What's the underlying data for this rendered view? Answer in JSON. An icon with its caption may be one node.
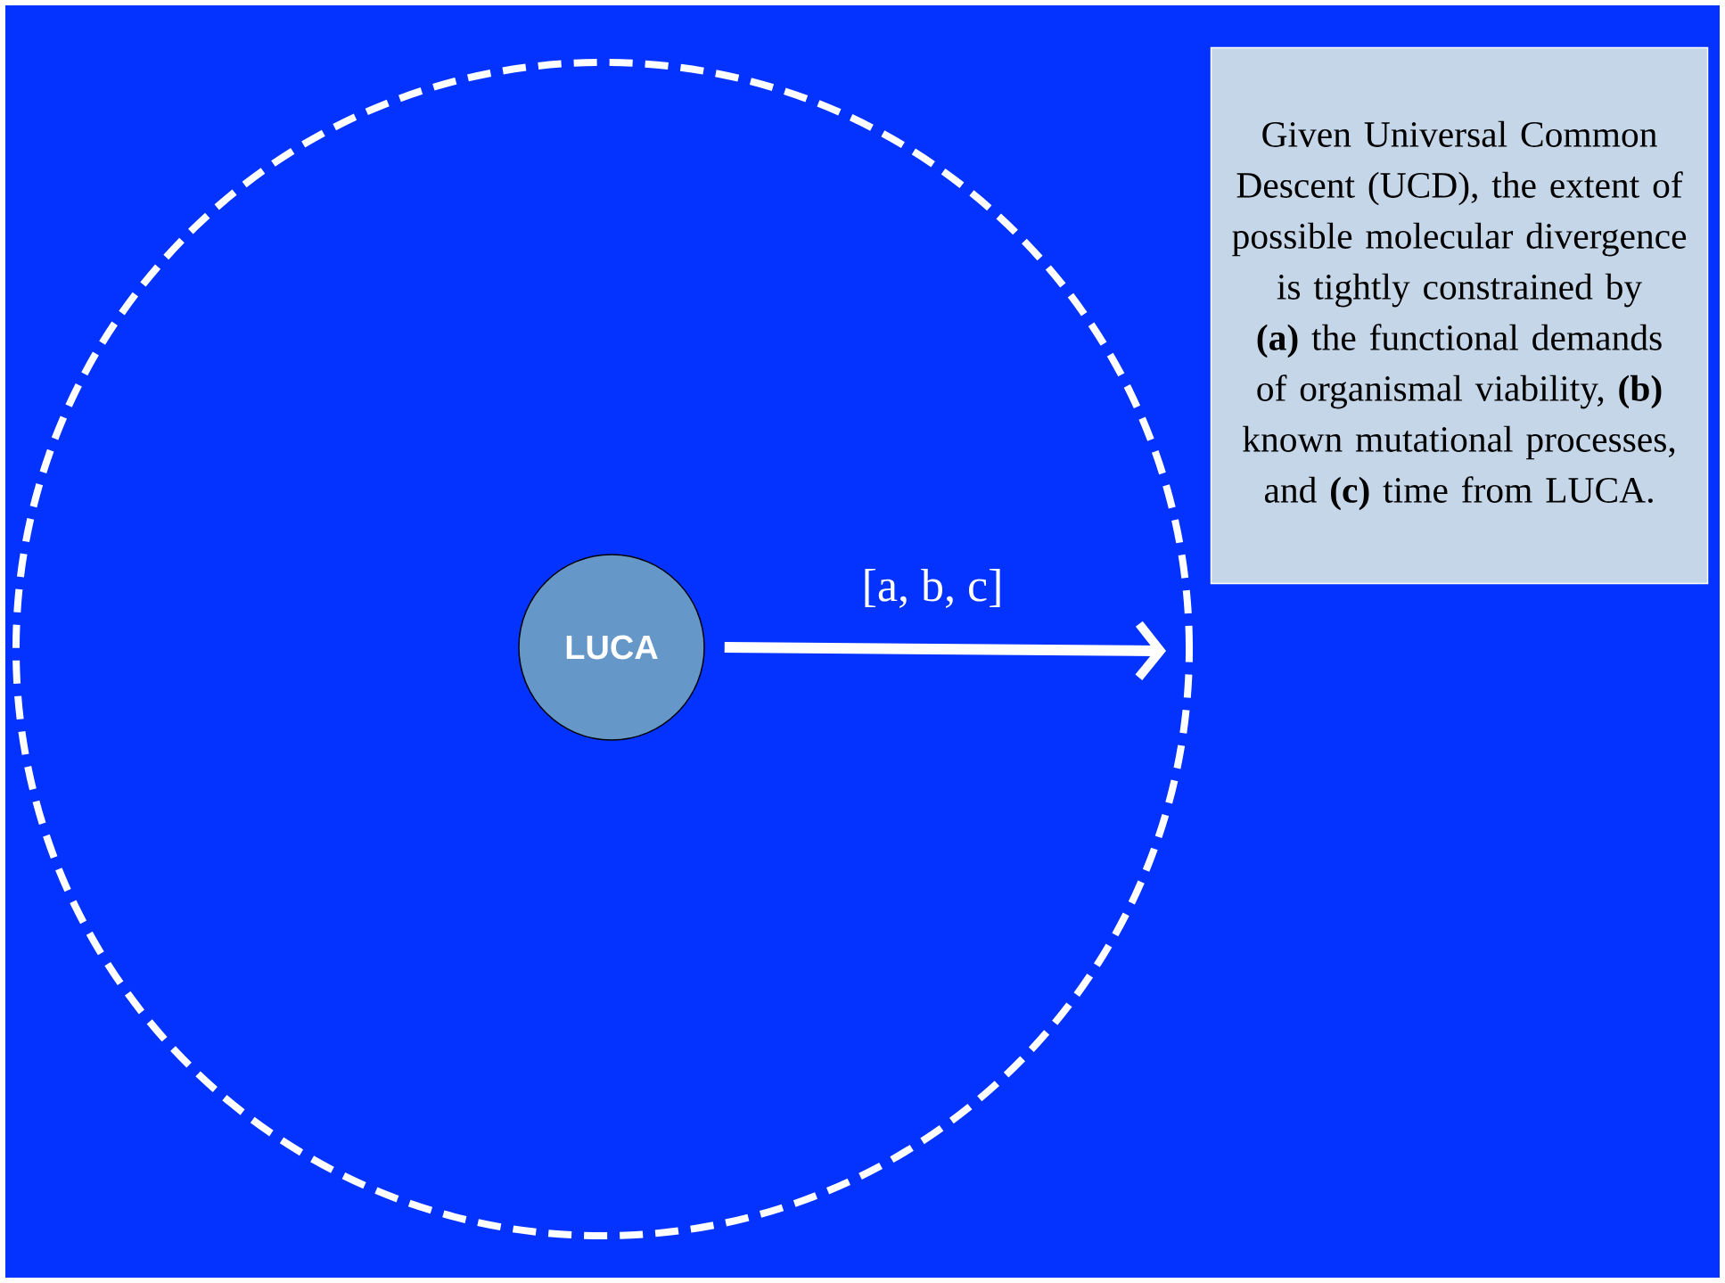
{
  "diagram": {
    "nodes": [
      {
        "text": [],
        "shape": "circle"
      },
      {
        "text": [
          "LUCA"
        ],
        "in": 0
      },
      {
        "text": [
          "Given Universal Common Descent (UCD), the extent of possible molecular divergence is tightly constrained by **(a)** the functional demands of organismal viability, **(b)** known mutational processes, and **(c)** time from LUCA."
        ]
      }
    ],
    "edges": [
      {
        "from": 1,
        "to": 0,
        "arrow": "to",
        "label": "[a, b, c]"
      }
    ]
  }
}
